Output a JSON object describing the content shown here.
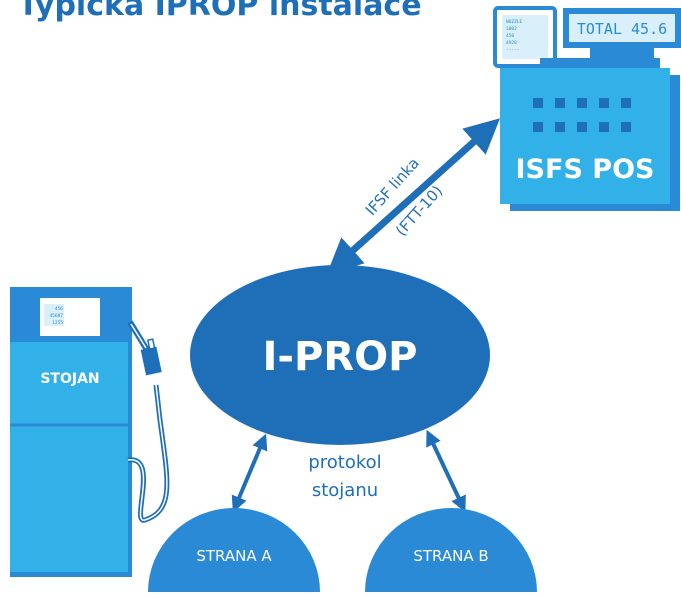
{
  "title": "Typická IPROP instalace",
  "colors": {
    "dark_blue": "#1f6fb8",
    "mid_blue": "#2a8ad6",
    "light_blue": "#31b1e8",
    "pale_blue": "#d9f0fb",
    "white": "#ffffff"
  },
  "center_node": {
    "label": "I-PROP"
  },
  "pos": {
    "label": "ISFS POS",
    "display_text": "TOTAL 45.6",
    "small_screen_lines": [
      "NOZZLE",
      "1002",
      "450",
      "4928",
      "-----"
    ]
  },
  "ifsf_link": {
    "line1": "IFSF linka",
    "line2": "(FTT-10)"
  },
  "dispenser": {
    "label": "STOJAN",
    "screen_lines": [
      "456",
      "45687",
      "1255"
    ]
  },
  "protocol": {
    "line1": "protokol",
    "line2": "stojanu"
  },
  "side_a": {
    "label": "STRANA A"
  },
  "side_b": {
    "label": "STRANA B"
  }
}
